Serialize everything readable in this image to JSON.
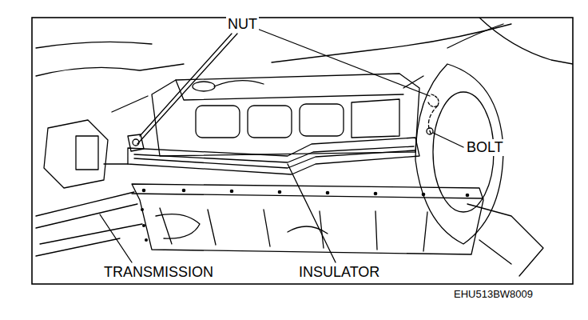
{
  "diagram": {
    "labels": [
      "NUT",
      "BOLT",
      "TRANSMISSION",
      "INSULATOR",
      "EHU513BW8009"
    ]
  }
}
